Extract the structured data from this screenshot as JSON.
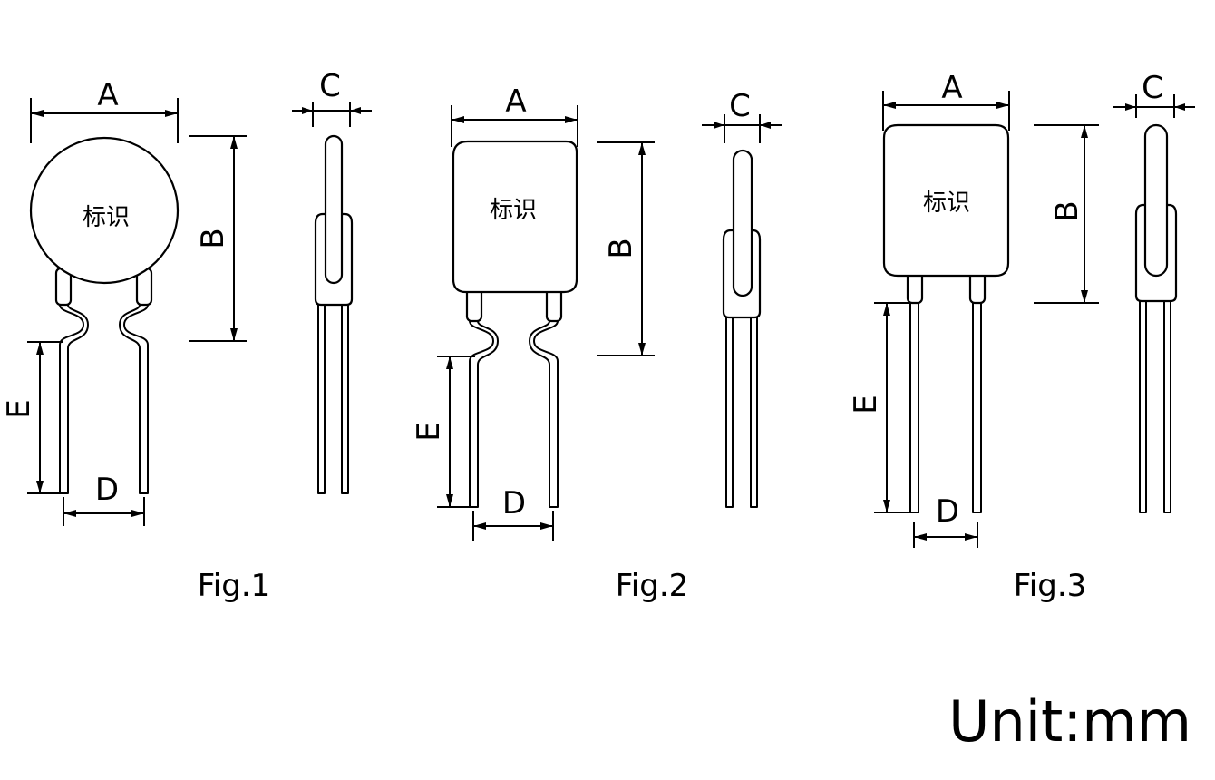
{
  "dimension_labels": {
    "a": "A",
    "b": "B",
    "c": "C",
    "d": "D",
    "e": "E"
  },
  "body_marking": "标识",
  "figures": [
    {
      "caption": "Fig.1",
      "body_shape": "disc"
    },
    {
      "caption": "Fig.2",
      "body_shape": "rounded-square"
    },
    {
      "caption": "Fig.3",
      "body_shape": "rounded-square"
    }
  ],
  "unit_note": "Unit:mm",
  "colors": {
    "line": "#000000",
    "background": "#ffffff"
  }
}
